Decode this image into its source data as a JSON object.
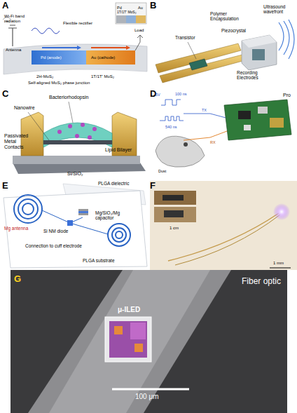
{
  "diagram": {
    "labels": [
      "A",
      "Wi-Fi band radiation",
      "Antenna",
      "Flexible rectifier",
      "Pd (anode)",
      "Au (cathode)",
      "Load",
      "Pd",
      "1T/1T' MoS₂",
      "Au",
      "2H-MoS₂",
      "1T/1T' MoS₂",
      "Self-aligned MoS₂ phase junction",
      "B",
      "Ultrasound wavefront",
      "Polymer Encapsulation",
      "Transistor",
      "Piezocrystal",
      "Recording Electrodes",
      "C",
      "Bacteriorhodopsin",
      "Nanowire",
      "Passivated Metal Contacts",
      "Lipid Bilayer",
      "Si/SiO₂",
      "D",
      "5V",
      "100 ns",
      "540 ns",
      "TX",
      "RX",
      "Dust",
      "Pro",
      "E",
      "PLGA dielectric",
      "Mg antenna",
      "Mg/SiO₂/Mg capacitor",
      "Si NM diode",
      "Connection to cuff electrode",
      "PLGA substrate",
      "F",
      "1 cm",
      "1 mm",
      "G",
      "Fiber optic",
      "μ-ILED",
      "100 μm"
    ]
  }
}
